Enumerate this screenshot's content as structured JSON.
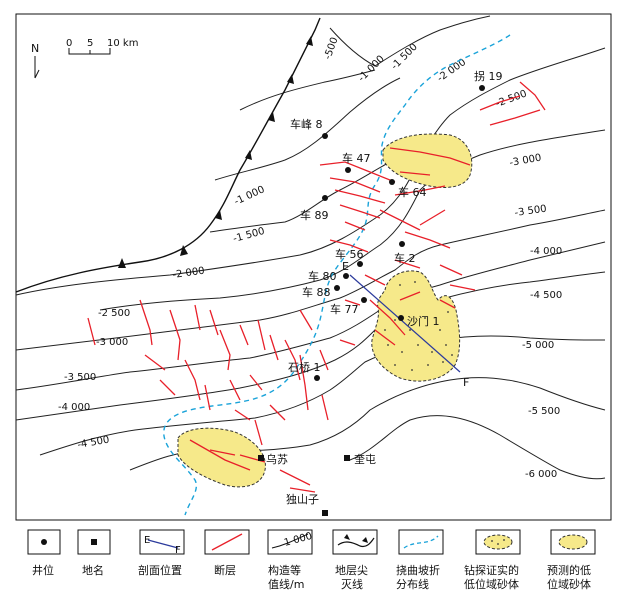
{
  "map": {
    "north_label": "N",
    "scale": {
      "ticks": [
        "0",
        "5",
        "10 km"
      ]
    },
    "contours": [
      "-500",
      "-1 000",
      "-1 500",
      "-2 000",
      "-2 500",
      "-3 000",
      "-3 500",
      "-4 000",
      "-4 500",
      "-5 000",
      "-5 500",
      "-6 000"
    ],
    "wells": {
      "guai19": "拐 19",
      "chefeng8": "车峰 8",
      "che47": "车 47",
      "che64": "车 64",
      "che89": "车 89",
      "che56": "车 56",
      "che2": "车 2",
      "che80": "车 80",
      "che88": "车 88",
      "che77": "车 77",
      "shamen1": "沙门 1",
      "shiqiao1": "石桥 1"
    },
    "places": {
      "wusu": "乌苏",
      "kuitun": "奎屯",
      "dushanzi": "独山子"
    },
    "section": {
      "start": "E",
      "end": "F"
    }
  },
  "legend": {
    "well": "井位",
    "place": "地名",
    "section_line": "剖面位置",
    "section_e": "E",
    "section_f": "F",
    "fault": "断层",
    "contour_line1": "构造等",
    "contour_line2": "值线/m",
    "contour_sample": "1 000",
    "pinch_line1": "地层尖",
    "pinch_line2": "灭线",
    "flexure_line1": "挠曲坡折",
    "flexure_line2": "分布线",
    "confirmed_line1": "钻探证实的",
    "confirmed_line2": "低位域砂体",
    "predicted_line1": "预测的低",
    "predicted_line2": "位域砂体"
  }
}
